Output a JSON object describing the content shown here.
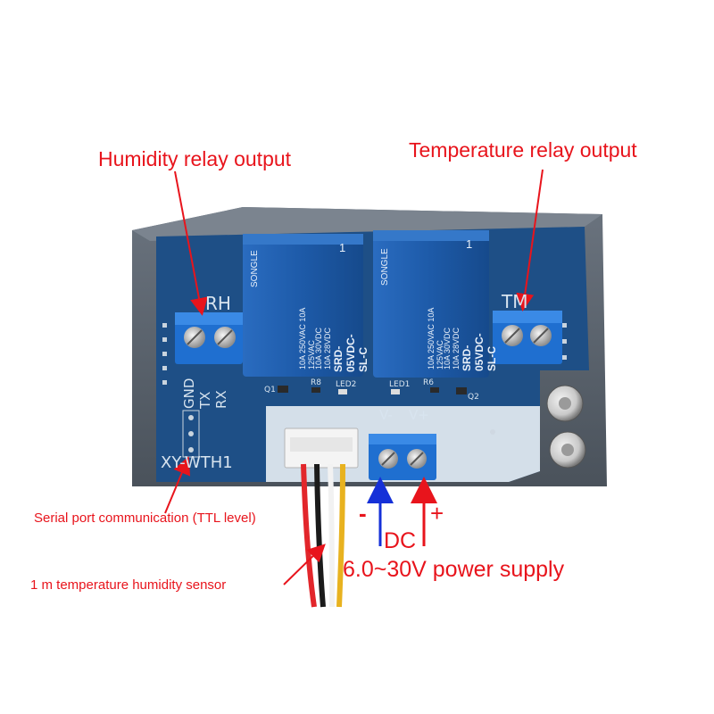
{
  "callouts": {
    "humidity": "Humidity relay output",
    "temperature": "Temperature relay output",
    "serial": "Serial port communication (TTL level)",
    "sensor": "1 m temperature humidity sensor",
    "minus": "-",
    "plus": "+",
    "dc": "DC",
    "power": "6.0~30V power supply"
  },
  "board": {
    "model": "XY-WTH1",
    "rh_label": "RH",
    "tm_label": "TM",
    "pins": [
      "GND",
      "TX",
      "RX"
    ],
    "v_minus": "V-",
    "v_plus": "V+",
    "led1": "LED1",
    "led2": "LED2",
    "q1": "Q1",
    "q2": "Q2",
    "r8": "R8",
    "r6": "R6"
  },
  "relays": [
    {
      "brand": "SONGLE",
      "model": "SRD-05VDC-SL-C",
      "rating1": "10A 250VAC  10A 125VAC",
      "rating2": "10A 30VDC  10A 28VDC",
      "pin": "1"
    },
    {
      "brand": "SONGLE",
      "model": "SRD-05VDC-SL-C",
      "rating1": "10A 250VAC  10A 125VAC",
      "rating2": "10A 30VDC  10A 28VDC",
      "pin": "1"
    }
  ],
  "colors": {
    "callout": "#e8141c",
    "arrow_blue": "#1530d8",
    "pcb": "#1e4f86",
    "relay": "#1c5fb0",
    "terminal": "#1f6fd0",
    "case": "#5b6470"
  }
}
